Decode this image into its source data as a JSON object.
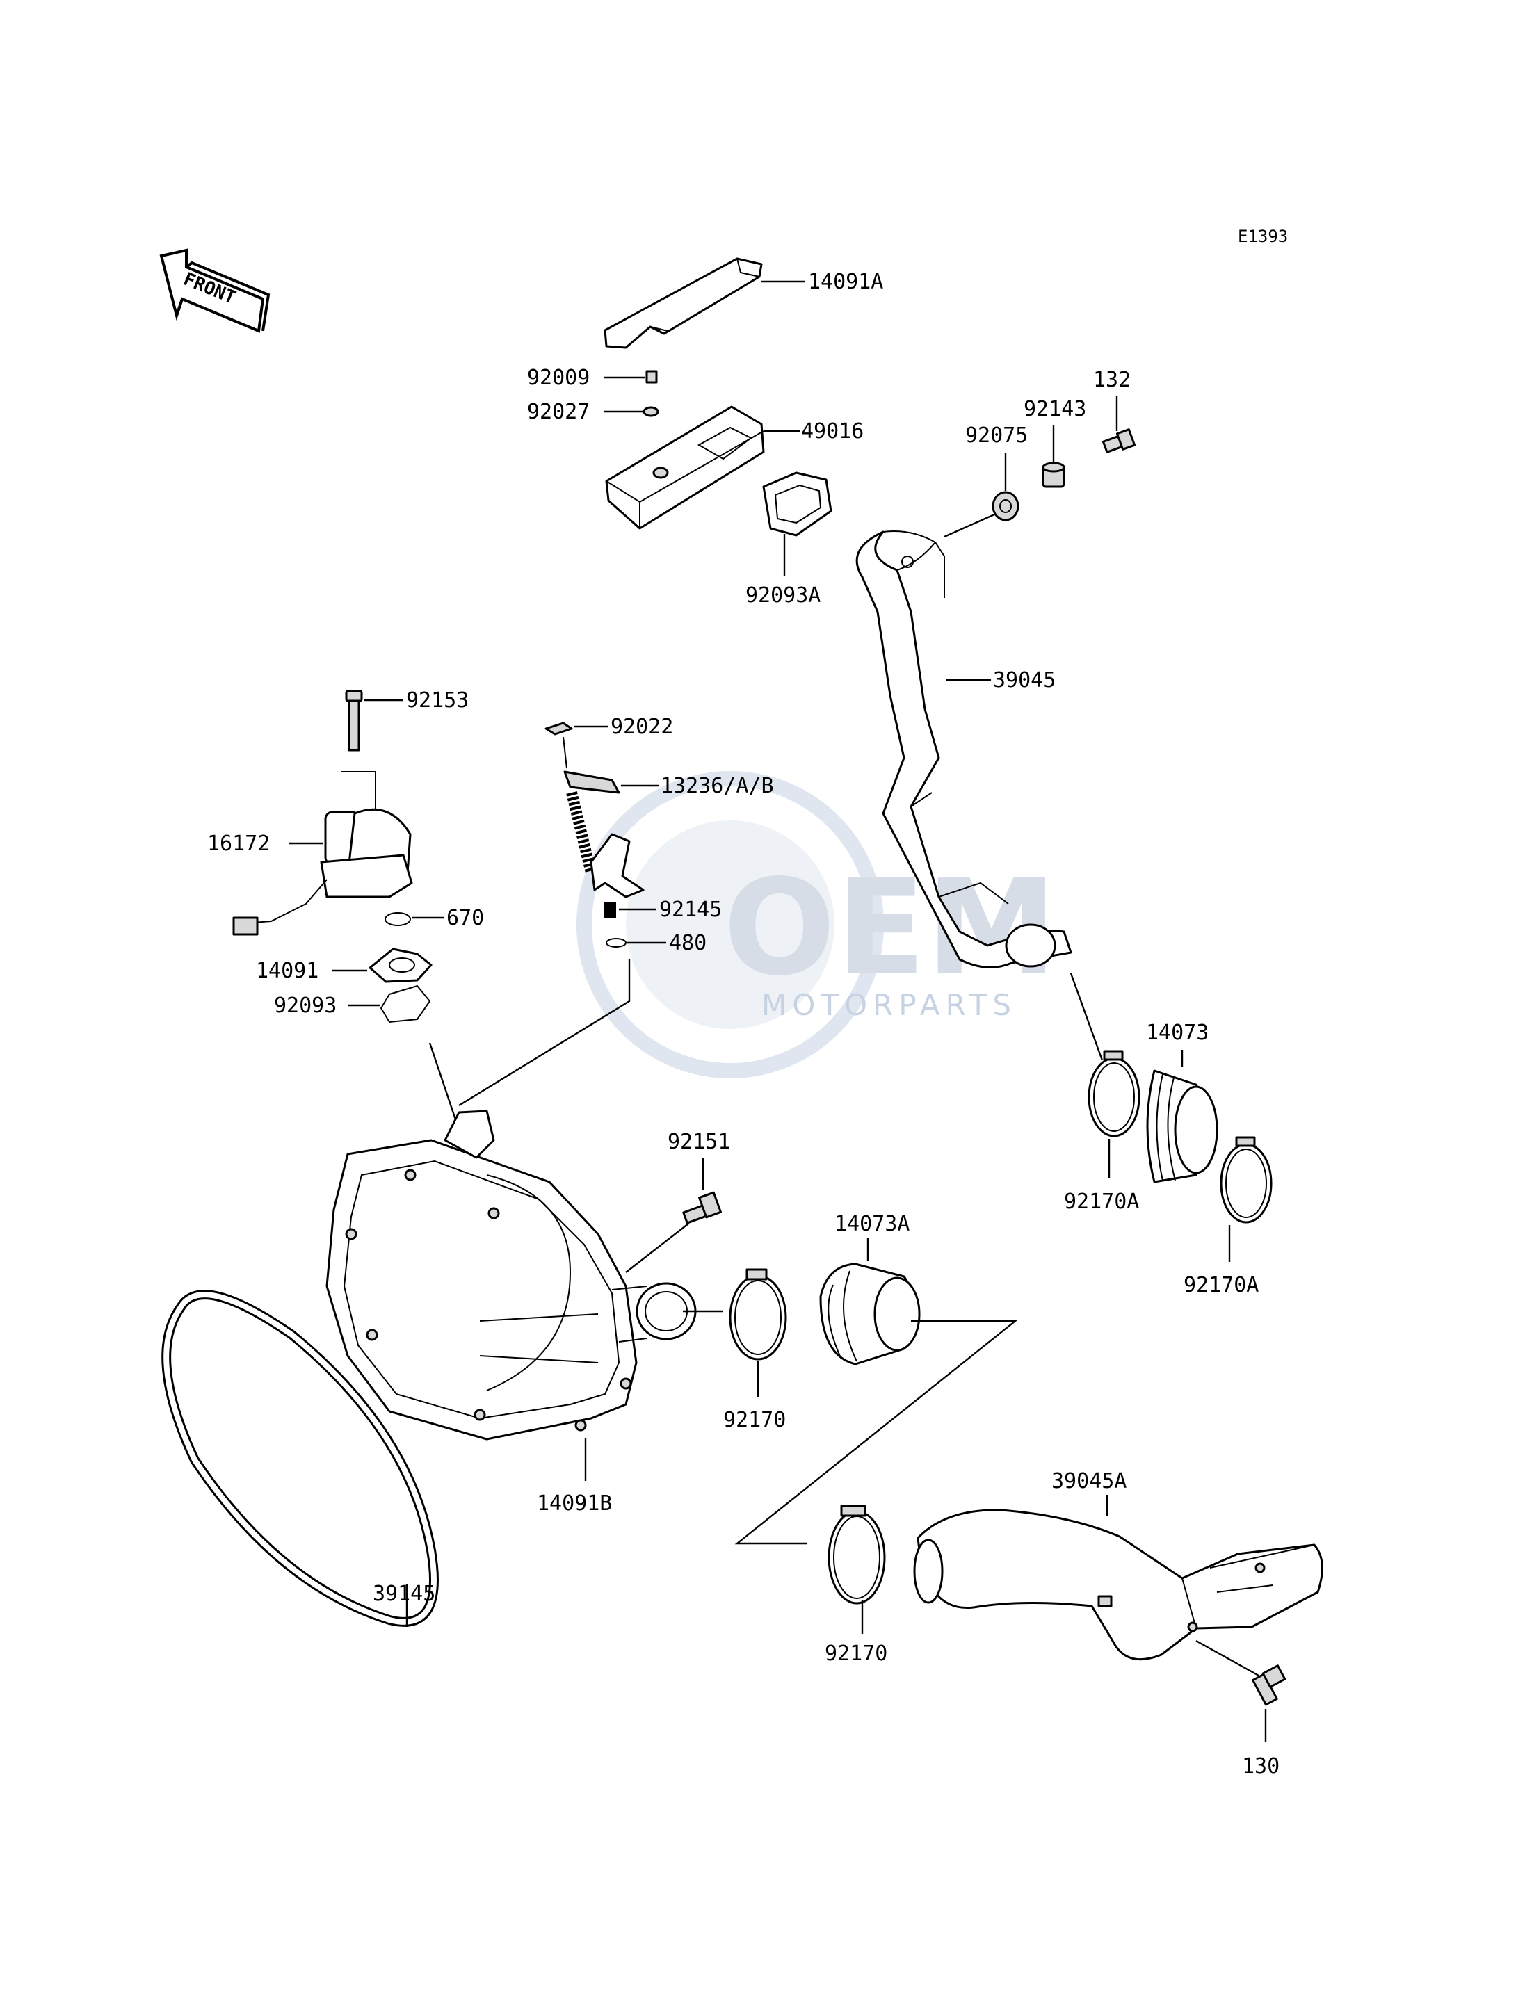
{
  "diagram_code": "E1393",
  "front_arrow_text": "FRONT",
  "watermark": {
    "logo_text": "OEM",
    "sub_text": "MOTORPARTS"
  },
  "parts": {
    "p14091A": "14091A",
    "p92009": "92009",
    "p92027": "92027",
    "p49016": "49016",
    "p92093A": "92093A",
    "p132": "132",
    "p92143": "92143",
    "p92075": "92075",
    "p39045": "39045",
    "p92153": "92153",
    "p92022": "92022",
    "p13236": "13236/A/B",
    "p16172": "16172",
    "p92145": "92145",
    "p670": "670",
    "p480": "480",
    "p14091": "14091",
    "p92093": "92093",
    "p14073": "14073",
    "p92170A_1": "92170A",
    "p92170A_2": "92170A",
    "p92151": "92151",
    "p14073A": "14073A",
    "p92170_1": "92170",
    "p14091B": "14091B",
    "p39045A": "39045A",
    "p39145": "39145",
    "p92170_2": "92170",
    "p130": "130"
  }
}
